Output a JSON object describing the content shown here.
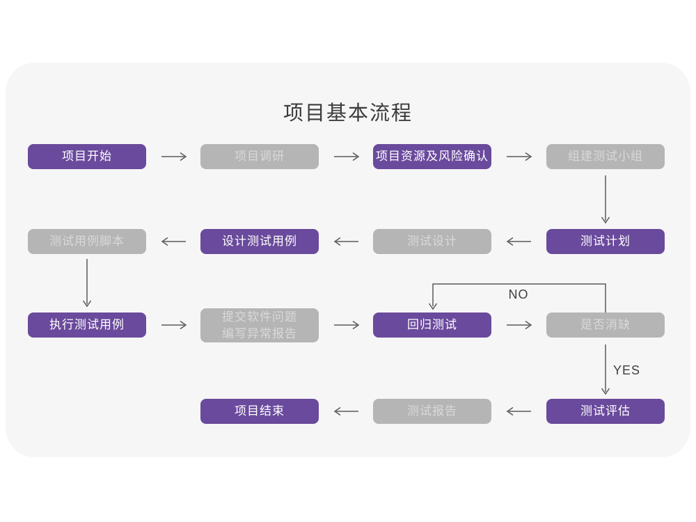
{
  "title": "项目基本流程",
  "labels": {
    "no": "NO",
    "yes": "YES"
  },
  "colors": {
    "primary": "#6a4a9c",
    "secondary": "#b5b5b5",
    "primary_text": "#ffffff",
    "secondary_text": "#d9d9d9",
    "arrow": "#58585a",
    "label_text": "#3f3f3f",
    "title_text": "#3c3c3c",
    "card_bg": "#f6f6f6",
    "page_bg": "#ffffff"
  },
  "nodes": [
    {
      "id": "project-start",
      "label": "项目开始",
      "type": "primary"
    },
    {
      "id": "project-research",
      "label": "项目调研",
      "type": "secondary"
    },
    {
      "id": "project-resources-risk",
      "label": "项目资源及风险确认",
      "type": "primary"
    },
    {
      "id": "form-test-team",
      "label": "组建测试小组",
      "type": "secondary"
    },
    {
      "id": "test-plan",
      "label": "测试计划",
      "type": "primary"
    },
    {
      "id": "test-design",
      "label": "测试设计",
      "type": "secondary"
    },
    {
      "id": "design-test-cases",
      "label": "设计测试用例",
      "type": "primary"
    },
    {
      "id": "test-case-script",
      "label": "测试用例脚本",
      "type": "secondary"
    },
    {
      "id": "execute-test-cases",
      "label": "执行测试用例",
      "type": "primary"
    },
    {
      "id": "submit-issue-report",
      "label": "提交软件问题\n编写异常报告",
      "type": "secondary"
    },
    {
      "id": "regression-test",
      "label": "回归测试",
      "type": "primary"
    },
    {
      "id": "defect-cleared",
      "label": "是否消缺",
      "type": "secondary"
    },
    {
      "id": "test-evaluation",
      "label": "测试评估",
      "type": "primary"
    },
    {
      "id": "test-report",
      "label": "测试报告",
      "type": "secondary"
    },
    {
      "id": "project-end",
      "label": "项目结束",
      "type": "primary"
    }
  ]
}
